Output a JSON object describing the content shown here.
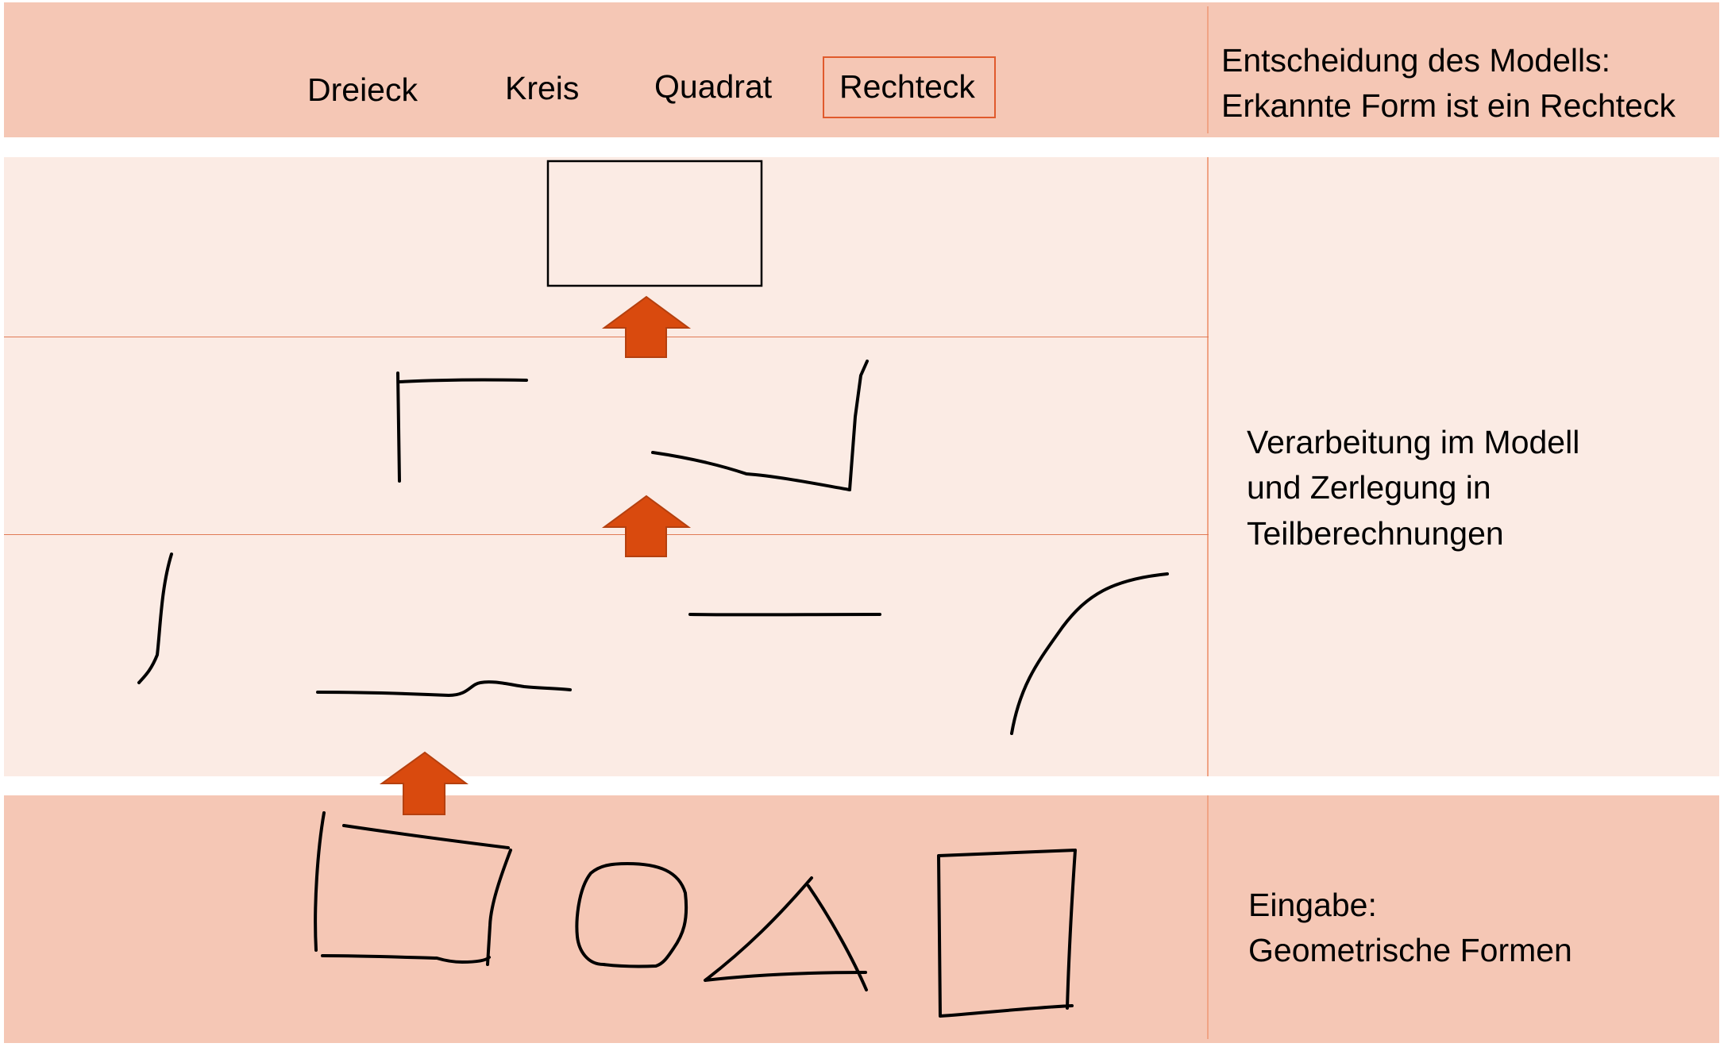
{
  "output_layer": {
    "classes": [
      "Dreieck",
      "Kreis",
      "Quadrat",
      "Rechteck"
    ],
    "selected_index": 3,
    "description_lines": [
      "Entscheidung des Modells:",
      "Erkannte Form ist ein Rechteck"
    ]
  },
  "processing_layer": {
    "description_lines": [
      "Verarbeitung im Modell",
      "und Zerlegung in",
      "Teilberechnungen"
    ]
  },
  "input_layer": {
    "description_lines": [
      "Eingabe:",
      "Geometrische Formen"
    ]
  },
  "colors": {
    "band_dark": "#f5c7b5",
    "band_light": "#fbebe4",
    "arrow": "#d94a0e",
    "highlight_border": "#e05a2c"
  }
}
